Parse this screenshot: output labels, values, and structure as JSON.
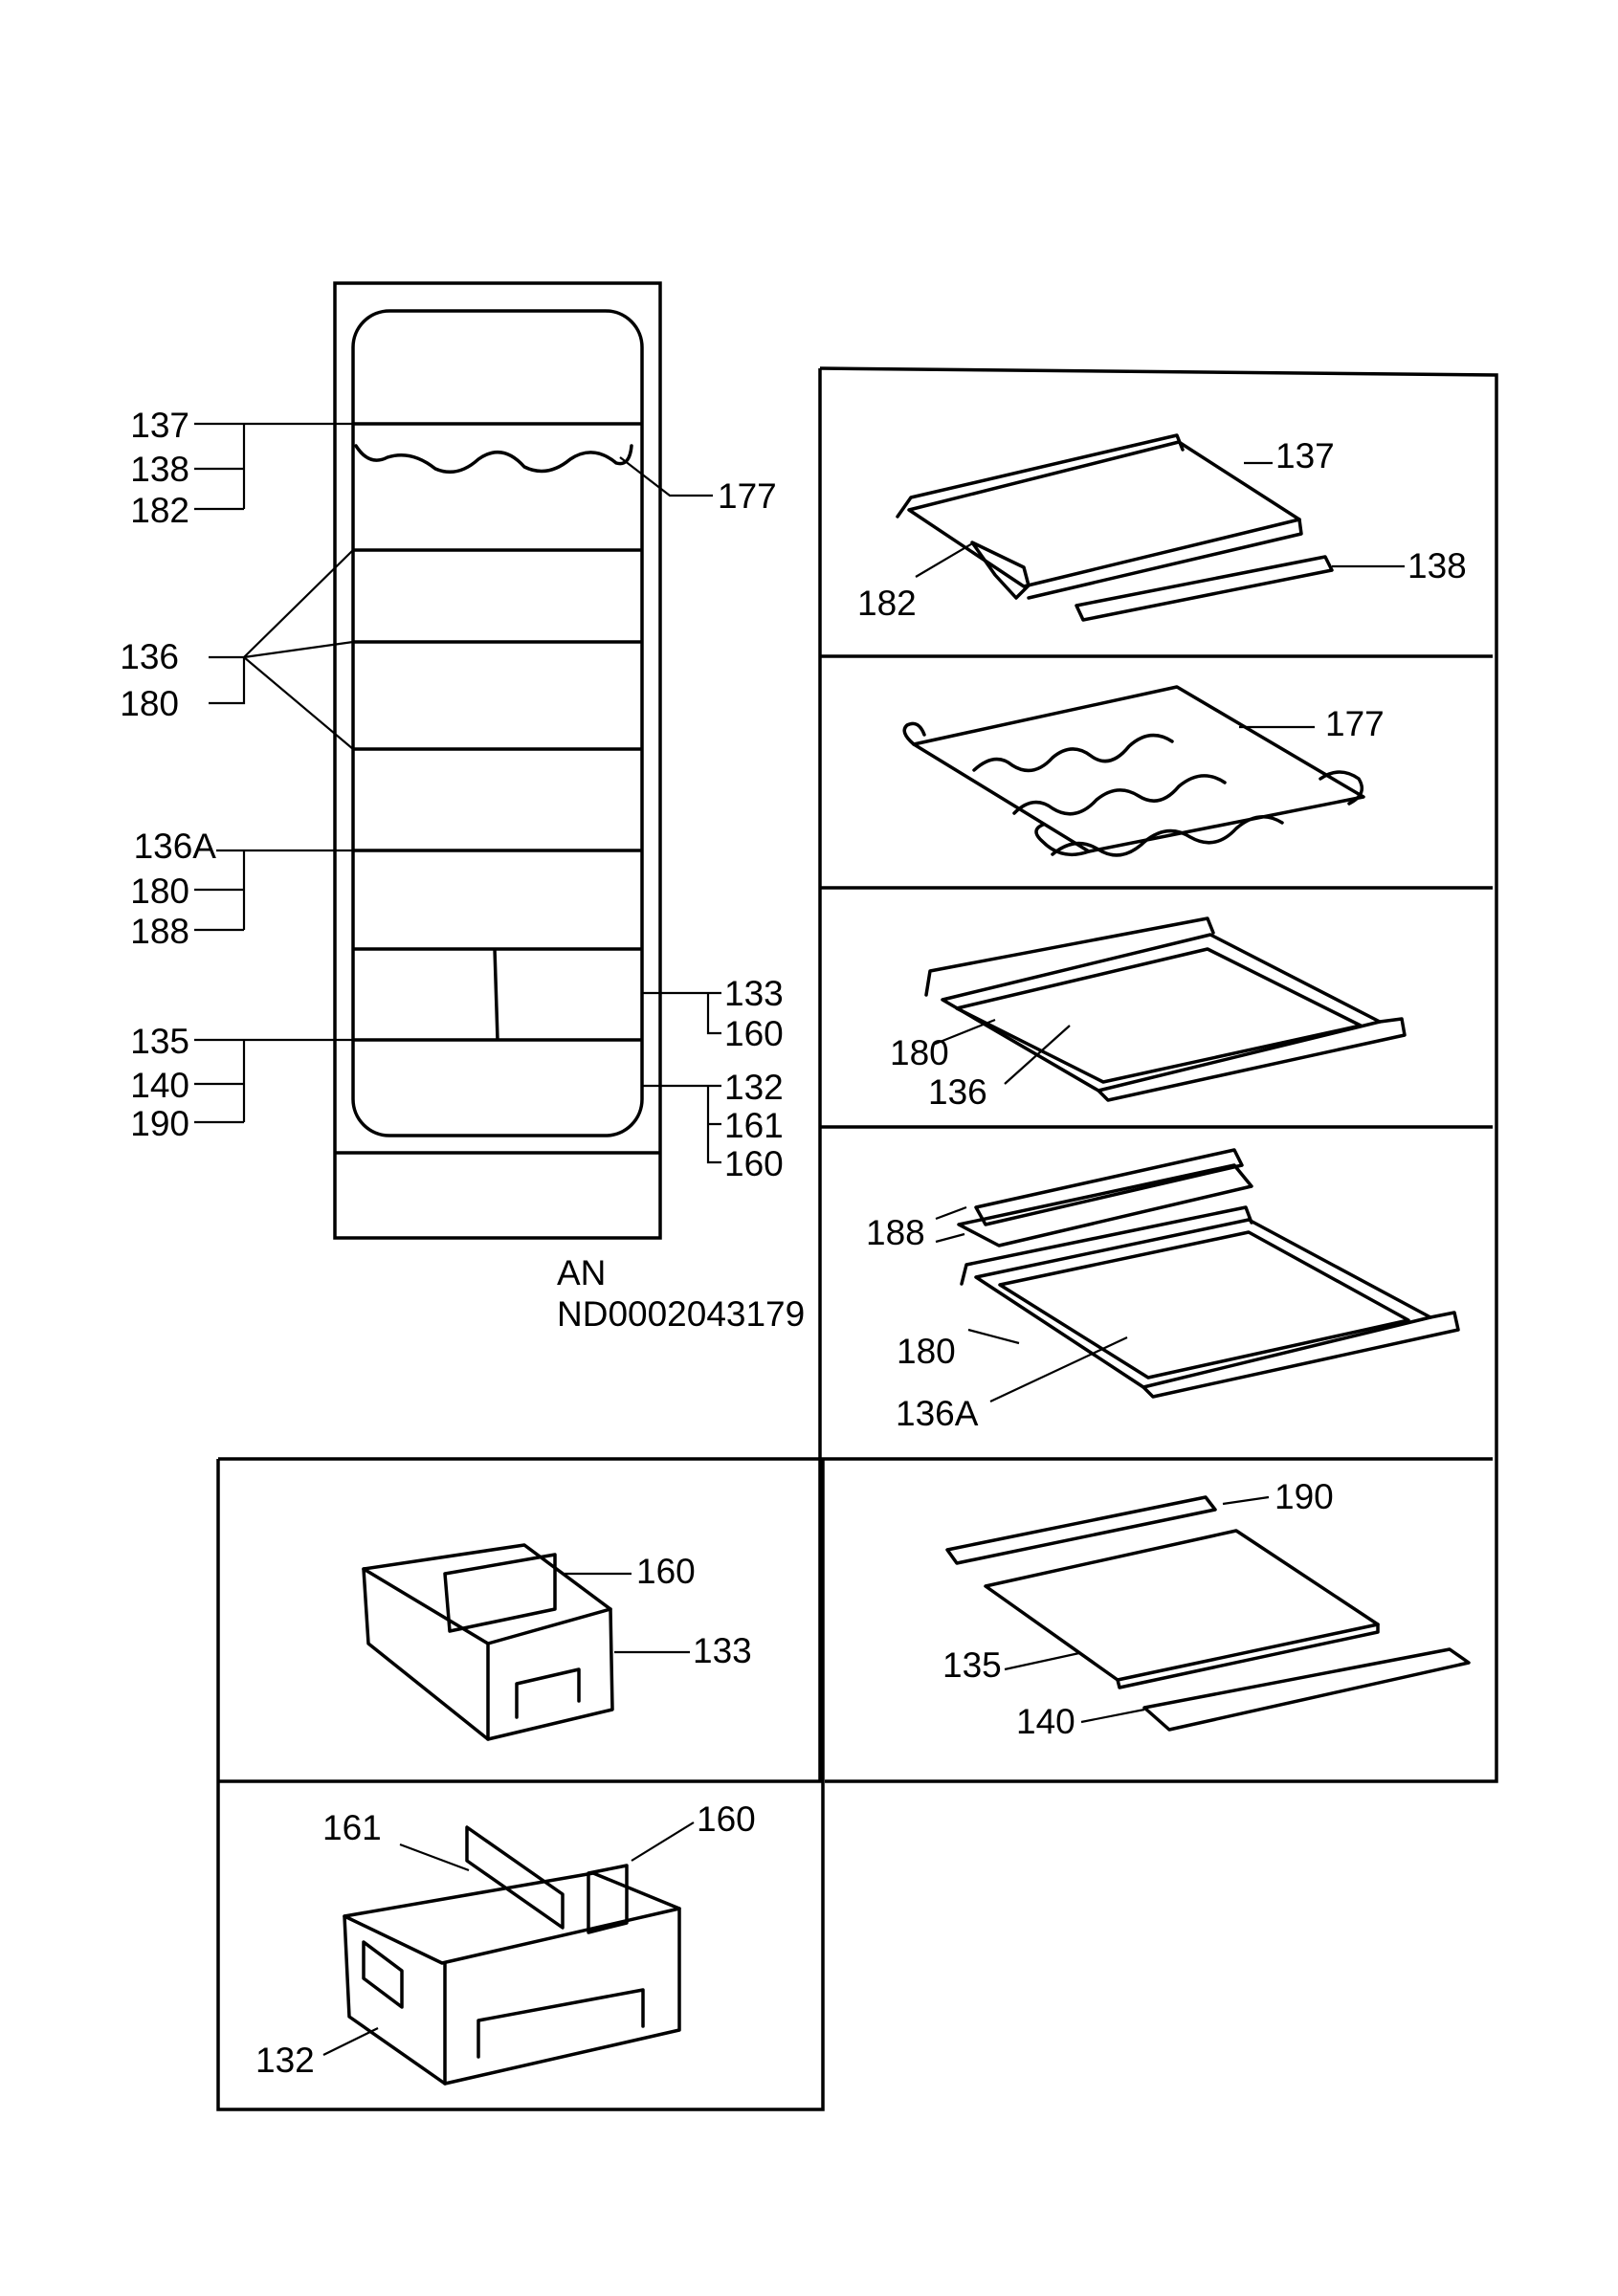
{
  "diagram": {
    "code_line1": "AN",
    "code_line2": "ND0002043179",
    "left_labels": {
      "l137": "137",
      "l138": "138",
      "l182": "182",
      "l177": "177",
      "l136": "136",
      "l180a": "180",
      "l136A": "136A",
      "l180b": "180",
      "l188": "188",
      "l133": "133",
      "l160a": "160",
      "l135": "135",
      "l140": "140",
      "l190": "190",
      "l132": "132",
      "l161": "161",
      "l160b": "160"
    },
    "panel_glass_shelf_top": {
      "l137": "137",
      "l182": "182",
      "l138": "138"
    },
    "panel_bottle_rack": {
      "l177": "177"
    },
    "panel_glass_shelf": {
      "l180": "180",
      "l136": "136"
    },
    "panel_shelf_with_trim": {
      "l188": "188",
      "l180": "180",
      "l136A": "136A"
    },
    "panel_drawer_small": {
      "l160": "160",
      "l133": "133"
    },
    "panel_cover_plate": {
      "l190": "190",
      "l135": "135",
      "l140": "140"
    },
    "panel_drawer_large": {
      "l161": "161",
      "l160": "160",
      "l132": "132"
    }
  }
}
